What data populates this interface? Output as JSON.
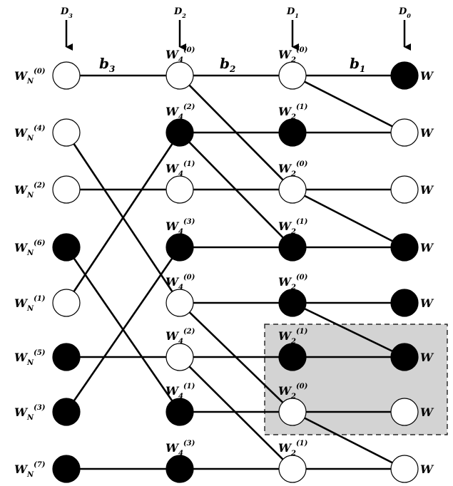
{
  "stages": [
    {
      "label": "D3",
      "base": "D",
      "sub": "3"
    },
    {
      "label": "D2",
      "base": "D",
      "sub": "2"
    },
    {
      "label": "D1",
      "base": "D",
      "sub": "1"
    },
    {
      "label": "D0",
      "base": "D",
      "sub": "0"
    }
  ],
  "edge_labels": [
    "b3",
    "b2",
    "b1"
  ],
  "edge_label_parts": [
    {
      "base": "b",
      "sub": "3"
    },
    {
      "base": "b",
      "sub": "2"
    },
    {
      "base": "b",
      "sub": "1"
    }
  ],
  "columns": [
    {
      "nodes": [
        {
          "label": "WN(0)",
          "base": "W",
          "sub": "N",
          "sup": "(0)",
          "filled": false
        },
        {
          "label": "WN(4)",
          "base": "W",
          "sub": "N",
          "sup": "(4)",
          "filled": false
        },
        {
          "label": "WN(2)",
          "base": "W",
          "sub": "N",
          "sup": "(2)",
          "filled": false
        },
        {
          "label": "WN(6)",
          "base": "W",
          "sub": "N",
          "sup": "(6)",
          "filled": true
        },
        {
          "label": "WN(1)",
          "base": "W",
          "sub": "N",
          "sup": "(1)",
          "filled": false
        },
        {
          "label": "WN(5)",
          "base": "W",
          "sub": "N",
          "sup": "(5)",
          "filled": true
        },
        {
          "label": "WN(3)",
          "base": "W",
          "sub": "N",
          "sup": "(3)",
          "filled": true
        },
        {
          "label": "WN(7)",
          "base": "W",
          "sub": "N",
          "sup": "(7)",
          "filled": true
        }
      ]
    },
    {
      "nodes": [
        {
          "label": "W4(0)",
          "base": "W",
          "sub": "4",
          "sup": "(0)",
          "filled": false
        },
        {
          "label": "W4(2)",
          "base": "W",
          "sub": "4",
          "sup": "(2)",
          "filled": true
        },
        {
          "label": "W4(1)",
          "base": "W",
          "sub": "4",
          "sup": "(1)",
          "filled": false
        },
        {
          "label": "W4(3)",
          "base": "W",
          "sub": "4",
          "sup": "(3)",
          "filled": true
        },
        {
          "label": "W4(0)",
          "base": "W",
          "sub": "4",
          "sup": "(0)",
          "filled": false
        },
        {
          "label": "W4(2)",
          "base": "W",
          "sub": "4",
          "sup": "(2)",
          "filled": false
        },
        {
          "label": "W4(1)",
          "base": "W",
          "sub": "4",
          "sup": "(1)",
          "filled": true
        },
        {
          "label": "W4(3)",
          "base": "W",
          "sub": "4",
          "sup": "(3)",
          "filled": true
        }
      ]
    },
    {
      "nodes": [
        {
          "label": "W2(0)",
          "base": "W",
          "sub": "2",
          "sup": "(0)",
          "filled": false
        },
        {
          "label": "W2(1)",
          "base": "W",
          "sub": "2",
          "sup": "(1)",
          "filled": true
        },
        {
          "label": "W2(0)",
          "base": "W",
          "sub": "2",
          "sup": "(0)",
          "filled": false
        },
        {
          "label": "W2(1)",
          "base": "W",
          "sub": "2",
          "sup": "(1)",
          "filled": true
        },
        {
          "label": "W2(0)",
          "base": "W",
          "sub": "2",
          "sup": "(0)",
          "filled": true
        },
        {
          "label": "W2(1)",
          "base": "W",
          "sub": "2",
          "sup": "(1)",
          "filled": true
        },
        {
          "label": "W2(0)",
          "base": "W",
          "sub": "2",
          "sup": "(0)",
          "filled": false
        },
        {
          "label": "W2(1)",
          "base": "W",
          "sub": "2",
          "sup": "(1)",
          "filled": false
        }
      ]
    },
    {
      "nodes": [
        {
          "label": "W",
          "base": "W",
          "sub": "",
          "sup": "",
          "filled": true
        },
        {
          "label": "W",
          "base": "W",
          "sub": "",
          "sup": "",
          "filled": false
        },
        {
          "label": "W",
          "base": "W",
          "sub": "",
          "sup": "",
          "filled": false
        },
        {
          "label": "W",
          "base": "W",
          "sub": "",
          "sup": "",
          "filled": true
        },
        {
          "label": "W",
          "base": "W",
          "sub": "",
          "sup": "",
          "filled": true
        },
        {
          "label": "W",
          "base": "W",
          "sub": "",
          "sup": "",
          "filled": true
        },
        {
          "label": "W",
          "base": "W",
          "sub": "",
          "sup": "",
          "filled": false
        },
        {
          "label": "W",
          "base": "W",
          "sub": "",
          "sup": "",
          "filled": false
        }
      ]
    }
  ],
  "connections": [
    [
      [
        0,
        0
      ],
      [
        1,
        4
      ],
      [
        2,
        2
      ],
      [
        3,
        6
      ],
      [
        4,
        1
      ],
      [
        5,
        5
      ],
      [
        6,
        3
      ],
      [
        7,
        7
      ]
    ],
    [
      [
        0,
        0
      ],
      [
        0,
        2
      ],
      [
        1,
        1
      ],
      [
        1,
        3
      ],
      [
        2,
        2
      ],
      [
        3,
        3
      ],
      [
        4,
        4
      ],
      [
        4,
        6
      ],
      [
        5,
        5
      ],
      [
        5,
        7
      ],
      [
        6,
        6
      ],
      [
        7,
        7
      ]
    ],
    [
      [
        0,
        0
      ],
      [
        0,
        1
      ],
      [
        1,
        1
      ],
      [
        2,
        2
      ],
      [
        2,
        3
      ],
      [
        3,
        3
      ],
      [
        4,
        4
      ],
      [
        4,
        5
      ],
      [
        5,
        5
      ],
      [
        6,
        6
      ],
      [
        6,
        7
      ],
      [
        7,
        7
      ]
    ]
  ],
  "highlight": {
    "column": 2,
    "rows": [
      5,
      6
    ],
    "style": "dashed-gray-box"
  }
}
